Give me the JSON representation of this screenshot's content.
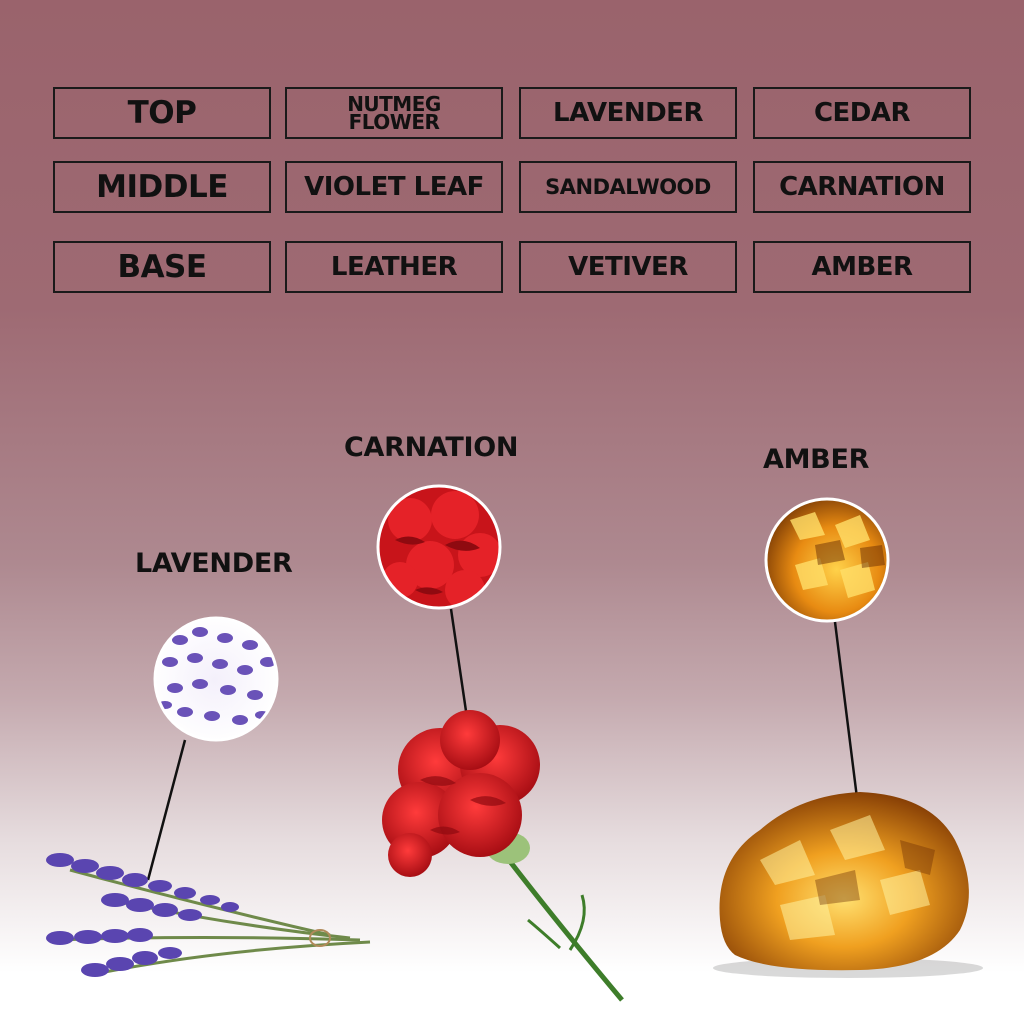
{
  "grid": {
    "rows": [
      {
        "label": "TOP",
        "notes": [
          "NUTMEG\nFLOWER",
          "LAVENDER",
          "CEDAR"
        ]
      },
      {
        "label": "MIDDLE",
        "notes": [
          "VIOLET LEAF",
          "SANDALWOOD",
          "CARNATION"
        ]
      },
      {
        "label": "BASE",
        "notes": [
          "LEATHER",
          "VETIVER",
          "AMBER"
        ]
      }
    ]
  },
  "featured": {
    "lavender": "LAVENDER",
    "carnation": "CARNATION",
    "amber": "AMBER"
  },
  "colors": {
    "background_top": "#9a636c",
    "background_bottom": "#ffffff",
    "lavender": "#6a52b8",
    "carnation": "#d3161d",
    "amber": "#e08a10"
  }
}
